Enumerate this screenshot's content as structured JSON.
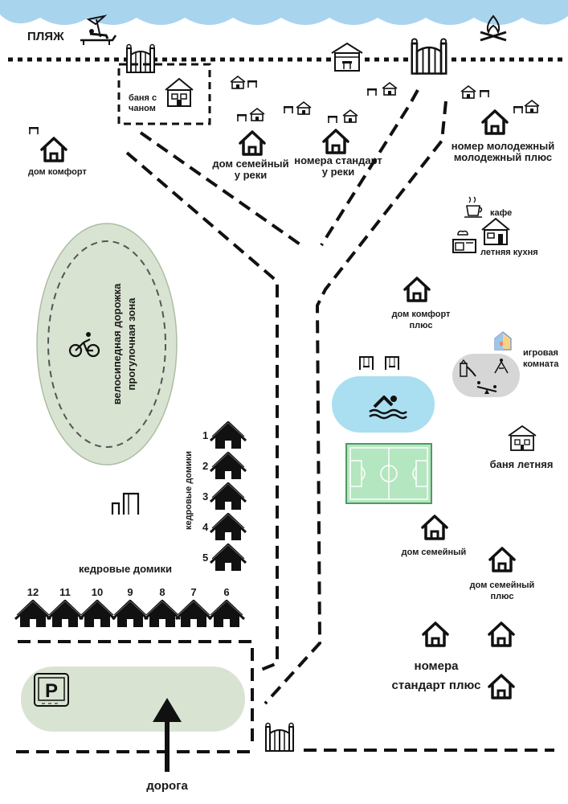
{
  "labels": {
    "beach": "ПЛЯЖ",
    "banya_chan_1": "баня с",
    "banya_chan_2": "чаном",
    "dom_komfort": "дом комфорт",
    "dom_semeyny_reka_1": "дом семейный",
    "dom_semeyny_reka_2": "у реки",
    "nomera_standart_reka_1": "номера стандарт",
    "nomera_standart_reka_2": "у реки",
    "nomer_molod_1": "номер молодежный",
    "nomer_molod_2": "молодежный плюс",
    "kafe": "кафе",
    "letnyaya_kuhnya": "летняя кухня",
    "dom_komfort_plus_1": "дом комфорт",
    "dom_komfort_plus_2": "плюс",
    "igrovaya_1": "игровая",
    "igrovaya_2": "комната",
    "velo_1": "велосипедная дорожка",
    "velo_2": "прогулочная зона",
    "banya_letnyaya": "баня летняя",
    "kedrovye_vertical": "кедровые домики",
    "kedrovye_horizontal": "кедровые домики",
    "dom_semeyny": "дом семейный",
    "dom_semeyny_plus_1": "дом семейный",
    "dom_semeyny_plus_2": "плюс",
    "nomera_standart_plus_1": "номера",
    "nomera_standart_plus_2": "стандарт плюс",
    "doroga": "дорога",
    "parking_sign": "P"
  },
  "kedr_vertical_numbers": [
    "1",
    "2",
    "3",
    "4",
    "5"
  ],
  "kedr_horizontal_numbers": [
    "12",
    "11",
    "10",
    "9",
    "8",
    "7",
    "6"
  ],
  "colors": {
    "cloud": "#a9d4ee",
    "zone_green": "#d9e3d2",
    "zone_grey": "#d6d6d6",
    "pool": "#a9dff0",
    "field": "#b4e6c0",
    "field_border": "#4e9b5e",
    "ink": "#111111"
  }
}
